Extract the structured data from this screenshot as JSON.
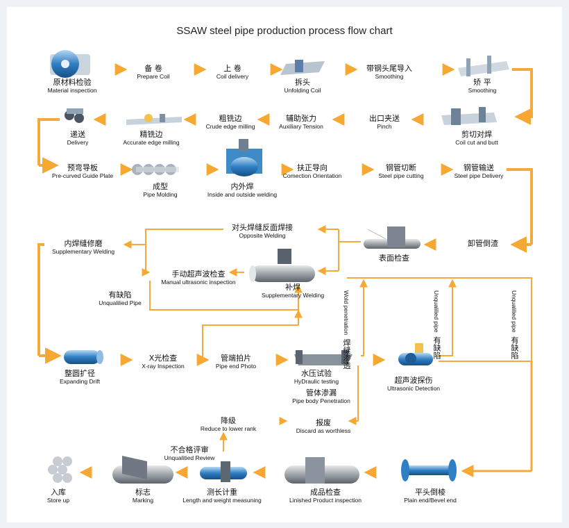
{
  "title": "SSAW steel pipe production process flow chart",
  "steps": {
    "material_inspection": {
      "cn": "原材料检验",
      "en": "Material inspection"
    },
    "prepare_coil": {
      "cn": "备  卷",
      "en": "Prepare    Coil"
    },
    "coil_delivery": {
      "cn": "上  卷",
      "en": "Coil    delivery"
    },
    "unfolding_coil": {
      "cn": "拆头",
      "en": "Unfolding Coil"
    },
    "smoothing_head": {
      "cn": "带钢头尾导入",
      "en": "Smoothing"
    },
    "smoothing": {
      "cn": "矫  平",
      "en": "Smoothing"
    },
    "coil_cut_butt": {
      "cn": "剪切对焊",
      "en": "Coil cut and butt"
    },
    "pinch": {
      "cn": "出口夹送",
      "en": "Pinch"
    },
    "auxiliary_tension": {
      "cn": "辅助张力",
      "en": "Auxiliary Tension"
    },
    "crude_edge_milling": {
      "cn": "粗铣边",
      "en": "Crude edge milling"
    },
    "accurate_edge_milling": {
      "cn": "精铣边",
      "en": "Accurate edge milling"
    },
    "delivery": {
      "cn": "递送",
      "en": "Delivery"
    },
    "pre_curved": {
      "cn": "预弯导板",
      "en": "Pre-curved Guide Plate"
    },
    "pipe_molding": {
      "cn": "成型",
      "en": "Pipe Molding"
    },
    "inside_outside_welding": {
      "cn": "内外焊",
      "en": "Inside and outside welding"
    },
    "correction_orientation": {
      "cn": "扶正导向",
      "en": "Comection Orientation"
    },
    "pipe_cutting": {
      "cn": "钢管切断",
      "en": "Steel pipe cutting"
    },
    "pipe_delivery": {
      "cn": "钢管输送",
      "en": "Steel pipe Delivery"
    },
    "unloading": {
      "cn": "卸管倒渣"
    },
    "surface_inspection": {
      "cn": "表面检查"
    },
    "opposite_welding": {
      "cn": "对头焊缝反面焊接",
      "en": "Opposite Welding"
    },
    "supplementary_welding_left": {
      "cn": "内焊缝修磨",
      "en": "Supplementary Welding"
    },
    "manual_ut": {
      "cn": "手动超声波检查",
      "en": "Manual ultrasonic inspection"
    },
    "unqualified_pipe": {
      "cn": "有缺陷",
      "en": "Unqualilied Pipe"
    },
    "repair_welding": {
      "cn": "补焊",
      "en": "Supplementary Welding"
    },
    "weld_penetration": {
      "cn": "焊缝渗透",
      "en": "Wold penetration"
    },
    "defect_mid": {
      "cn": "有缺陷",
      "en": "Unqualilied pipe"
    },
    "defect_right": {
      "cn": "有缺陷",
      "en": "Unqualilied pipe"
    },
    "expanding_drift": {
      "cn": "整圆扩径",
      "en": "Expanding Drift"
    },
    "xray": {
      "cn": "X光检查",
      "en": "X-ray Inspection"
    },
    "pipe_end_photo": {
      "cn": "管端拍片",
      "en": "Pipe end Photo"
    },
    "hydraulic_testing": {
      "cn": "水压试验",
      "en": "HyDraulic testing"
    },
    "body_penetration": {
      "cn": "管体渗漏",
      "en": "Pipe body Penetration"
    },
    "ultrasonic_detection": {
      "cn": "超声波探伤",
      "en": "Ultrasonic Detection"
    },
    "reduce_lower_rank": {
      "cn": "降级",
      "en": "Reduce to lower rank"
    },
    "discard": {
      "cn": "报废",
      "en": "Discard as worthless"
    },
    "unqualified_review": {
      "cn": "不合格评审",
      "en": "Unqualitied Review"
    },
    "store_up": {
      "cn": "入库",
      "en": "Store up"
    },
    "marking": {
      "cn": "标志",
      "en": "Marking"
    },
    "length_weight": {
      "cn": "测长计重",
      "en": "Length and weight measuning"
    },
    "finished_inspection": {
      "cn": "成品检查",
      "en": "Linished Product inspection"
    },
    "plain_bevel_end": {
      "cn": "平头倒棱",
      "en": "Plain end/Bevel end"
    }
  },
  "colors": {
    "arrow": "#f5a93c",
    "main_flow": "#f7a832",
    "pipe_blue": "#3a86c8",
    "machine_gray": "#9aa0a6"
  }
}
